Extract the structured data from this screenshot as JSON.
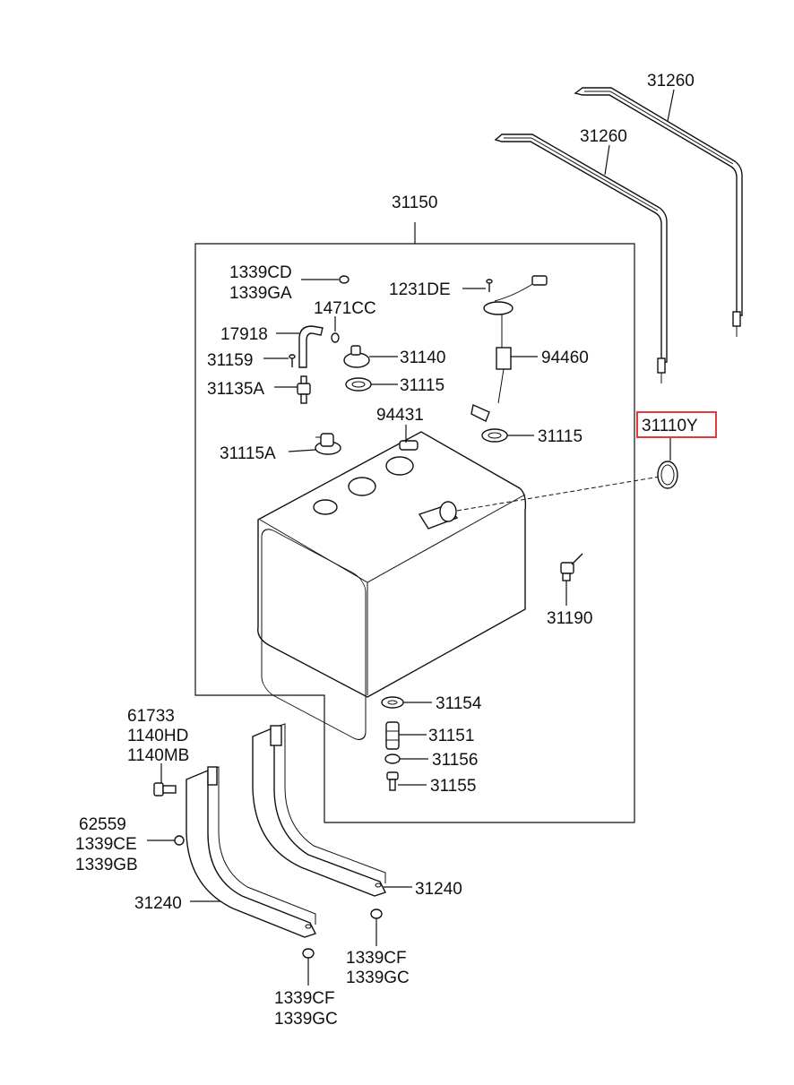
{
  "labels": {
    "p31260a": "31260",
    "p31260b": "31260",
    "p31150": "31150",
    "p1339cd": "1339CD",
    "p1339ga": "1339GA",
    "p1231de": "1231DE",
    "p1471cc": "1471CC",
    "p17918": "17918",
    "p31140": "31140",
    "p94460": "94460",
    "p31159": "31159",
    "p31115a": "31115",
    "p31135a": "31135A",
    "p94431": "94431",
    "p31115b": "31115",
    "p31110y": "31110Y",
    "p31115A": "31115A",
    "p31190": "31190",
    "p31154": "31154",
    "p61733": "61733",
    "p1140hd": "1140HD",
    "p1140mb": "1140MB",
    "p31151": "31151",
    "p31156": "31156",
    "p31155": "31155",
    "p62559": "62559",
    "p1339ce": "1339CE",
    "p1339gb": "1339GB",
    "p31240a": "31240",
    "p31240b": "31240",
    "p1339cfa": "1339CF",
    "p1339gca": "1339GC",
    "p1339cfb": "1339CF",
    "p1339gcb": "1339GC"
  },
  "highlight": {
    "part": "31110Y",
    "color": "#e0393e"
  }
}
